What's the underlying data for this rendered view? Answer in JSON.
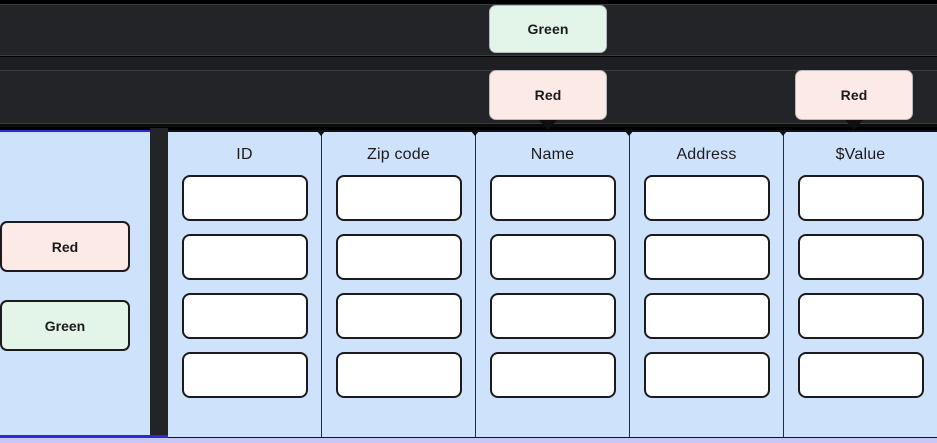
{
  "top_annotations": [
    {
      "id": "green-top",
      "label": "Green",
      "color_name": "green",
      "fill": "#e3f5e9"
    },
    {
      "id": "red-middle",
      "label": "Red",
      "color_name": "red",
      "fill": "#fceae7"
    },
    {
      "id": "red-right",
      "label": "Red",
      "color_name": "red",
      "fill": "#fceae7"
    }
  ],
  "side_annotations": [
    {
      "id": "side-red",
      "label": "Red",
      "color_name": "red",
      "fill": "#fceae7"
    },
    {
      "id": "side-green",
      "label": "Green",
      "color_name": "green",
      "fill": "#e3f5e9"
    }
  ],
  "table": {
    "columns": [
      {
        "header": "ID"
      },
      {
        "header": "Zip code"
      },
      {
        "header": "Name"
      },
      {
        "header": "Address"
      },
      {
        "header": "$Value"
      }
    ],
    "row_count": 4,
    "cell_values": [
      [
        "",
        "",
        "",
        "",
        ""
      ],
      [
        "",
        "",
        "",
        "",
        ""
      ],
      [
        "",
        "",
        "",
        "",
        ""
      ],
      [
        "",
        "",
        "",
        "",
        ""
      ]
    ],
    "background": "#cfe2fc",
    "cell_background": "#ffffff"
  },
  "colors": {
    "panel_blue": "#cfe2fc",
    "panel_border_blue": "#2b2bd8",
    "dark_bar": "#232428",
    "page_background": "#000000",
    "outline": "#1b1b1d"
  }
}
